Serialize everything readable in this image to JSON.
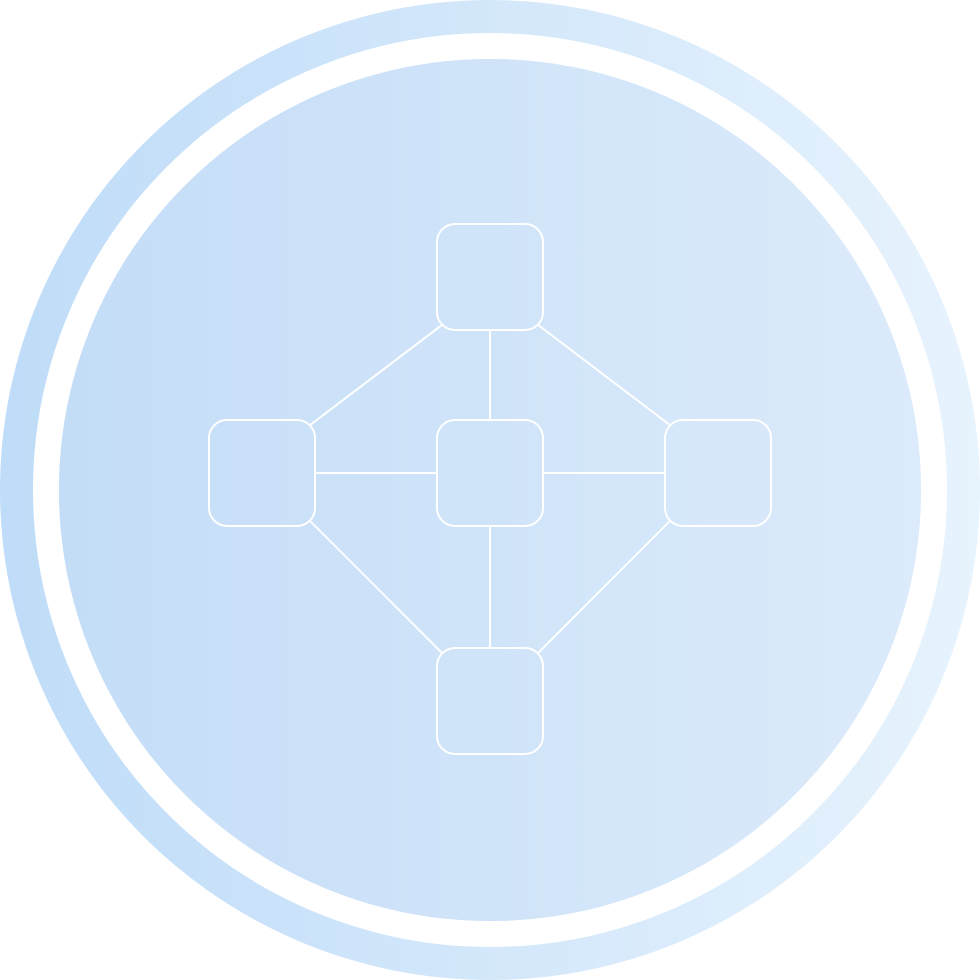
{
  "icon": {
    "name": "network-topology-icon",
    "colors": {
      "gradient_left": "#bfdcf8",
      "gradient_right": "#e7f3fd",
      "inner_left": "#c4ddf7",
      "inner_right": "#dcebfb",
      "ring": "#ffffff",
      "stroke": "#ffffff"
    },
    "nodes": [
      "top",
      "left",
      "center",
      "right",
      "bottom"
    ],
    "links": [
      [
        "top",
        "center"
      ],
      [
        "top",
        "left"
      ],
      [
        "top",
        "right"
      ],
      [
        "left",
        "center"
      ],
      [
        "center",
        "right"
      ],
      [
        "center",
        "bottom"
      ],
      [
        "left",
        "bottom"
      ],
      [
        "right",
        "bottom"
      ]
    ]
  }
}
